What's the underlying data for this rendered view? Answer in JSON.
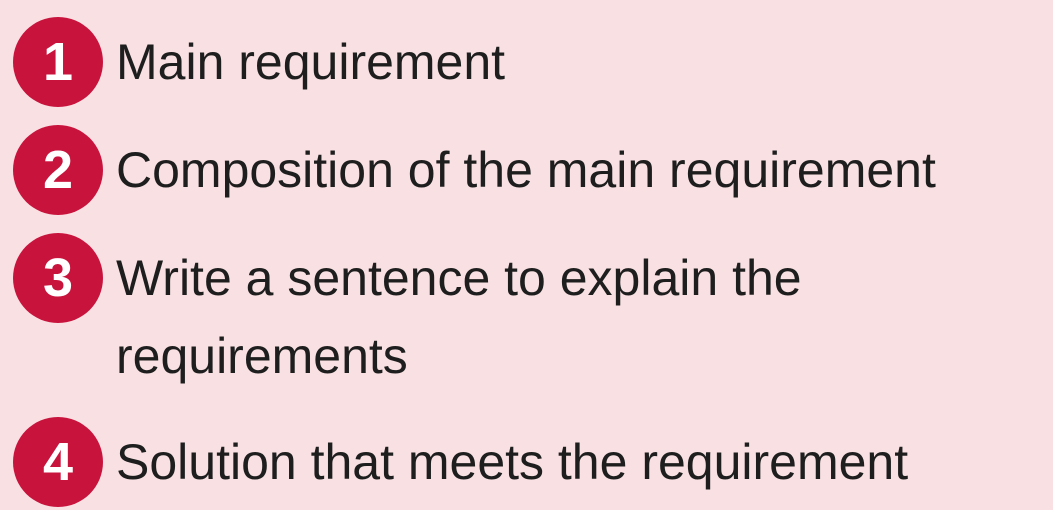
{
  "accent_color": "#c8133d",
  "items": [
    {
      "number": "1",
      "text": "Main requirement"
    },
    {
      "number": "2",
      "text": "Composition of the main requirement"
    },
    {
      "number": "3",
      "text_line1": "Write a sentence to explain the",
      "text_line2": "requirements"
    },
    {
      "number": "4",
      "text": "Solution that meets the requirement"
    }
  ]
}
